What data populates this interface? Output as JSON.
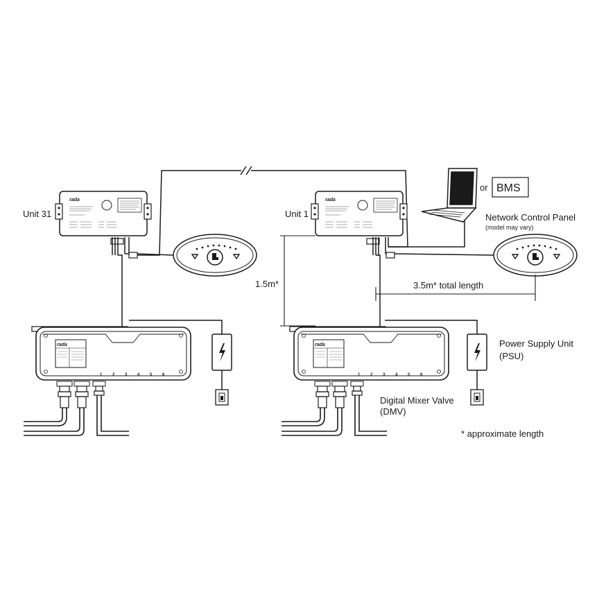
{
  "units": {
    "left_label": "Unit 31",
    "right_label": "Unit 1",
    "brand": "rada"
  },
  "computer": {
    "or_label": "or",
    "bms_label": "BMS"
  },
  "panel": {
    "title": "Network Control Panel",
    "subtitle": "(model may vary)"
  },
  "dimensions": {
    "vertical": "1.5m*",
    "horizontal": "3.5m* total length"
  },
  "psu": {
    "line1": "Power Supply Unit",
    "line2": "(PSU)"
  },
  "dmv": {
    "line1": "Digital Mixer Valve",
    "line2": "(DMV)",
    "terminals": [
      "1",
      "2",
      "3",
      "4",
      "5",
      "6"
    ]
  },
  "note": "* approximate length",
  "colors": {
    "line": "#1a1a1a",
    "fill": "#ffffff"
  }
}
